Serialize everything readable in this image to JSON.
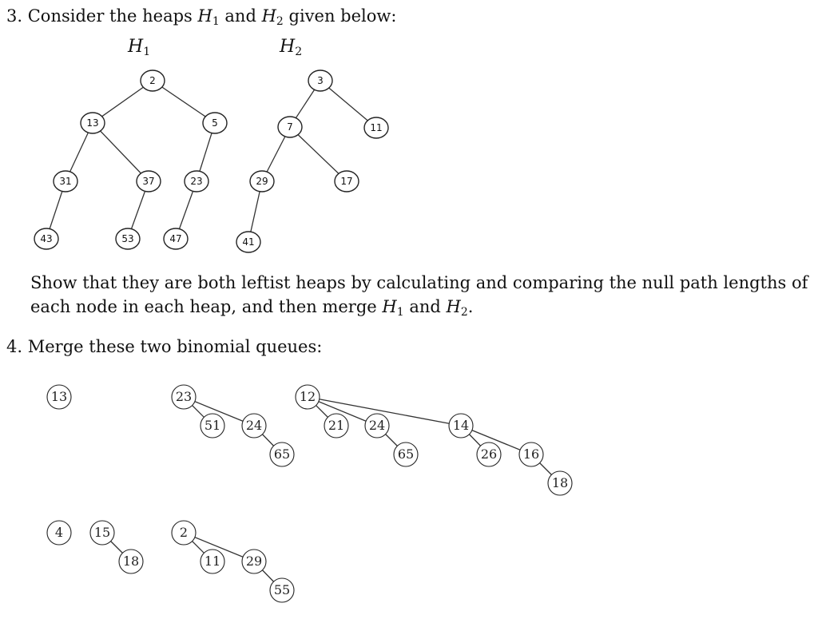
{
  "problem3": {
    "number": "3.",
    "intro_a": "Consider the heaps ",
    "h": "H",
    "sub1": "1",
    "sub2": "2",
    "and": " and ",
    "intro_b": " given below:",
    "body_line1": "Show that they are both leftist heaps by calculating and comparing the null path lengths of",
    "body_line2a": "each node in each heap, and then merge ",
    "body_line2b": ".",
    "heap1": {
      "nodes": [
        {
          "id": "n2",
          "label": "2"
        },
        {
          "id": "n13",
          "label": "13"
        },
        {
          "id": "n5",
          "label": "5"
        },
        {
          "id": "n31",
          "label": "31"
        },
        {
          "id": "n37",
          "label": "37"
        },
        {
          "id": "n23",
          "label": "23"
        },
        {
          "id": "n43",
          "label": "43"
        },
        {
          "id": "n53",
          "label": "53"
        },
        {
          "id": "n47",
          "label": "47"
        }
      ],
      "edges": [
        [
          "n2",
          "n13"
        ],
        [
          "n2",
          "n5"
        ],
        [
          "n13",
          "n31"
        ],
        [
          "n13",
          "n37"
        ],
        [
          "n5",
          "n23"
        ],
        [
          "n31",
          "n43"
        ],
        [
          "n37",
          "n53"
        ],
        [
          "n23",
          "n47"
        ]
      ]
    },
    "heap2": {
      "nodes": [
        {
          "id": "m3",
          "label": "3"
        },
        {
          "id": "m7",
          "label": "7"
        },
        {
          "id": "m11",
          "label": "11"
        },
        {
          "id": "m29",
          "label": "29"
        },
        {
          "id": "m17",
          "label": "17"
        },
        {
          "id": "m41",
          "label": "41"
        }
      ],
      "edges": [
        [
          "m3",
          "m7"
        ],
        [
          "m3",
          "m11"
        ],
        [
          "m7",
          "m29"
        ],
        [
          "m7",
          "m17"
        ],
        [
          "m29",
          "m41"
        ]
      ]
    }
  },
  "problem4": {
    "number": "4.",
    "text": "Merge these two binomial queues:",
    "queue1": {
      "nodes": [
        {
          "id": "a13",
          "label": "13"
        },
        {
          "id": "a23",
          "label": "23"
        },
        {
          "id": "a51",
          "label": "51"
        },
        {
          "id": "a24",
          "label": "24"
        },
        {
          "id": "a65",
          "label": "65"
        },
        {
          "id": "b12",
          "label": "12"
        },
        {
          "id": "b21",
          "label": "21"
        },
        {
          "id": "b24",
          "label": "24"
        },
        {
          "id": "b65",
          "label": "65"
        },
        {
          "id": "b14",
          "label": "14"
        },
        {
          "id": "b26",
          "label": "26"
        },
        {
          "id": "b16",
          "label": "16"
        },
        {
          "id": "b18",
          "label": "18"
        }
      ],
      "edges": [
        [
          "a23",
          "a51"
        ],
        [
          "a23",
          "a24"
        ],
        [
          "a24",
          "a65"
        ],
        [
          "b12",
          "b21"
        ],
        [
          "b12",
          "b24"
        ],
        [
          "b12",
          "b14"
        ],
        [
          "b24",
          "b65"
        ],
        [
          "b14",
          "b26"
        ],
        [
          "b14",
          "b16"
        ],
        [
          "b16",
          "b18"
        ]
      ]
    },
    "queue2": {
      "nodes": [
        {
          "id": "c4",
          "label": "4"
        },
        {
          "id": "c15",
          "label": "15"
        },
        {
          "id": "c18",
          "label": "18"
        },
        {
          "id": "c2",
          "label": "2"
        },
        {
          "id": "c11",
          "label": "11"
        },
        {
          "id": "c29",
          "label": "29"
        },
        {
          "id": "c55",
          "label": "55"
        }
      ],
      "edges": [
        [
          "c15",
          "c18"
        ],
        [
          "c2",
          "c11"
        ],
        [
          "c2",
          "c29"
        ],
        [
          "c29",
          "c55"
        ]
      ]
    }
  }
}
